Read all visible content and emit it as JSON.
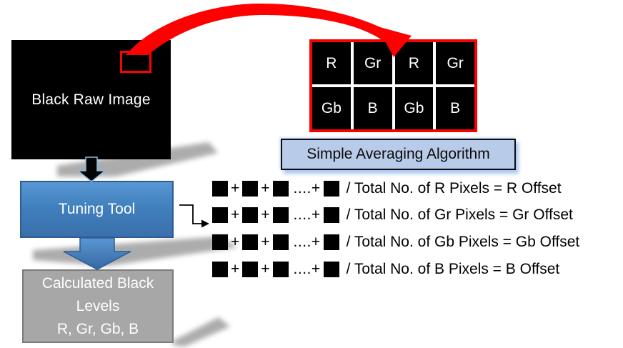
{
  "diagram": {
    "black_raw_image": {
      "label": "Black Raw Image"
    },
    "bayer_grid": {
      "cells": [
        "R",
        "Gr",
        "R",
        "Gr",
        "Gb",
        "B",
        "Gb",
        "B"
      ]
    },
    "algorithm_box": {
      "label": "Simple Averaging Algorithm"
    },
    "tuning_tool": {
      "label": "Tuning Tool"
    },
    "calculated_black_levels": {
      "lines": [
        "Calculated Black",
        "Levels",
        "R, Gr, Gb, B"
      ]
    },
    "equations": {
      "plus_sign": "+",
      "dots_plus": "....+",
      "rows": [
        {
          "text": "/ Total No. of R Pixels = R Offset"
        },
        {
          "text": "/ Total No. of Gr Pixels = Gr Offset"
        },
        {
          "text": "/ Total No. of Gb Pixels = Gb Offset"
        },
        {
          "text": "/ Total No. of B Pixels = B Offset"
        }
      ]
    },
    "colors": {
      "arrow_red": "#fe0000",
      "grid_border_red": "#fb0000",
      "tuning_tool_blue": "#4080bd",
      "algorithm_box_blue": "#b8cbe8",
      "calculated_box_gray": "#a7a7a7",
      "pixel_black": "#000000",
      "shadow_gray": "#9e9e9e"
    }
  }
}
